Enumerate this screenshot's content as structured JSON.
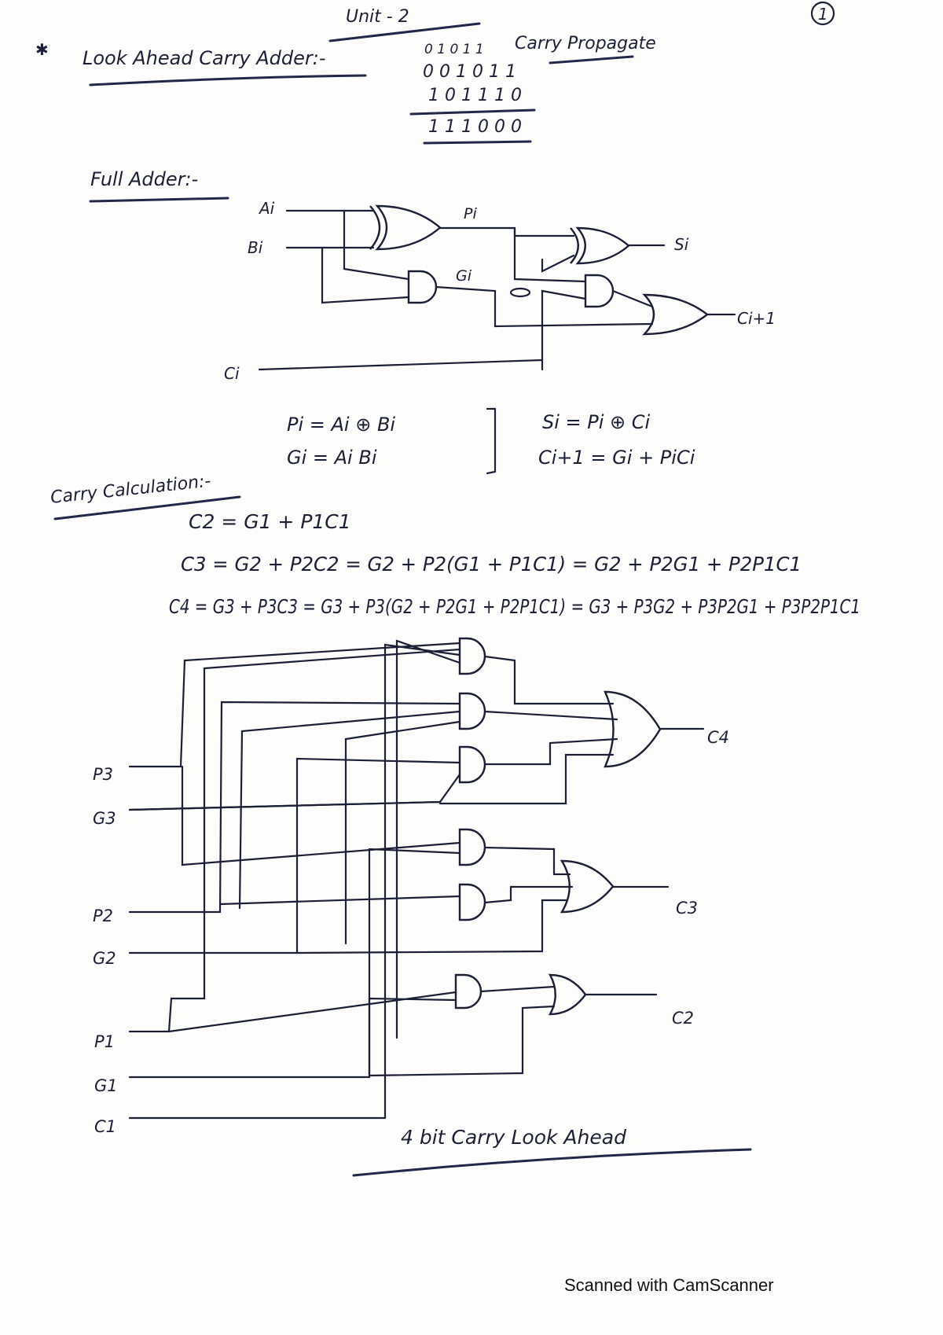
{
  "header": {
    "unit": "Unit - 2",
    "page_number": "1"
  },
  "title": "Look Ahead Carry Adder:-",
  "binary_example": {
    "carry": "0 1 0 1 1",
    "row1": "0 0 1 0 1 1",
    "row2": "1 0 1 1 1 0",
    "sum": "1 1 1 0 0 0"
  },
  "carry_propagate_label": "Carry Propagate",
  "full_adder": {
    "heading": "Full Adder:-",
    "inputs": {
      "a": "Ai",
      "b": "Bi",
      "c": "Ci"
    },
    "wires": {
      "p": "Pi",
      "g": "Gi"
    },
    "outputs": {
      "sum": "Si",
      "carry": "Ci+1"
    }
  },
  "equations": {
    "p": "Pi = Ai ⊕ Bi",
    "g": "Gi = Ai Bi",
    "s": "Si = Pi ⊕ Ci",
    "c": "Ci+1 = Gi + PiCi"
  },
  "carry_calc": {
    "heading": "Carry Calculation:-",
    "c2": "C2 = G1 + P1C1",
    "c3": "C3 = G2 + P2C2 = G2 + P2(G1 + P1C1) = G2 + P2G1 + P2P1C1",
    "c4": "C4 = G3 + P3C3 = G3 + P3(G2 + P2G1 + P2P1C1) = G3 + P3G2 + P3P2G1 + P3P2P1C1"
  },
  "cla_circuit": {
    "inputs": [
      "P3",
      "G3",
      "P2",
      "G2",
      "P1",
      "G1",
      "C1"
    ],
    "outputs": [
      "C4",
      "C3",
      "C2"
    ],
    "caption": "4 bit Carry Look Ahead"
  },
  "footer": "Scanned with CamScanner"
}
